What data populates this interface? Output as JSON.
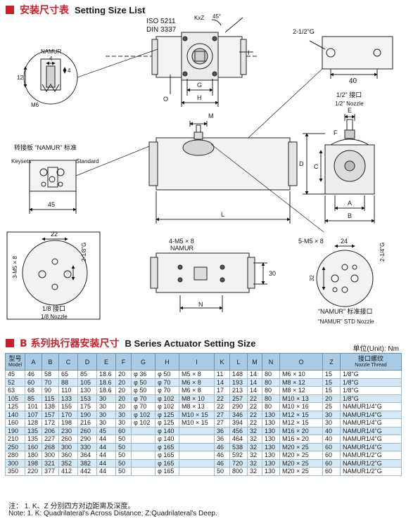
{
  "header1": {
    "zh": "安装尺寸表",
    "en": "Setting Size List"
  },
  "header2": {
    "zh": "B 系列执行器安装尺寸",
    "en": "B Series Actuator Setting Size"
  },
  "unit": "单位(Unit): Nm",
  "diagram": {
    "iso": "ISO 5211",
    "din": "DIN 3337",
    "kxz": "KxZ",
    "angle": "45°",
    "G": "G",
    "H": "H",
    "I": "I",
    "O": "O",
    "M": "M",
    "L": "L",
    "N": "N",
    "A": "A",
    "B": "B",
    "C": "C",
    "D": "D",
    "E": "E",
    "F": "F",
    "namur_lbl": "NAMUR",
    "d4a": "4",
    "d4b": "4",
    "d12": "12",
    "m6": "M6",
    "plate_zh": "转接板 “NAMUR” 标准",
    "keysets": "Keysets",
    "standard": "Standard",
    "d45": "45",
    "port_g": "2-1/2\"G",
    "d40": "40",
    "nozzle_zh": "1/2\" 接口",
    "nozzle_en": "1/2\" Nozzle",
    "n22": "22",
    "n218": "2-1/8\"G",
    "n3m5": "3-M5 × 8",
    "n18_zh": "1/8  接口",
    "n18_en": "1/8 Nozzle",
    "b4m5": "4-M5 × 8",
    "b_namur": "NAMUR",
    "d30": "30",
    "c5m5": "5-M5 × 8",
    "d24": "24",
    "d214": "2-1/4\"G",
    "d32": "32",
    "std_zh": "“NAMUR”  标准接口",
    "std_en": "“NAMUR” STD Nozzle"
  },
  "table": {
    "headers": [
      {
        "main": "型号",
        "sub": "Model"
      },
      {
        "main": "A",
        "sub": ""
      },
      {
        "main": "B",
        "sub": ""
      },
      {
        "main": "C",
        "sub": ""
      },
      {
        "main": "D",
        "sub": ""
      },
      {
        "main": "E",
        "sub": ""
      },
      {
        "main": "F",
        "sub": ""
      },
      {
        "main": "G",
        "sub": ""
      },
      {
        "main": "H",
        "sub": ""
      },
      {
        "main": "I",
        "sub": ""
      },
      {
        "main": "K",
        "sub": ""
      },
      {
        "main": "L",
        "sub": ""
      },
      {
        "main": "M",
        "sub": ""
      },
      {
        "main": "N",
        "sub": ""
      },
      {
        "main": "O",
        "sub": ""
      },
      {
        "main": "Z",
        "sub": ""
      },
      {
        "main": "接口螺纹",
        "sub": "Nozzle Thread"
      }
    ],
    "rows": [
      [
        "45",
        "46",
        "58",
        "65",
        "85",
        "18.6",
        "20",
        "φ 36",
        "φ 50",
        "M5 × 8",
        "11",
        "148",
        "14",
        "80",
        "M6 × 10",
        "15",
        "1/8\"G"
      ],
      [
        "52",
        "60",
        "70",
        "88",
        "105",
        "18.6",
        "20",
        "φ 50",
        "φ 70",
        "M6 × 8",
        "14",
        "193",
        "14",
        "80",
        "M8 × 12",
        "15",
        "1/8\"G"
      ],
      [
        "63",
        "68",
        "90",
        "110",
        "130",
        "18.6",
        "20",
        "φ 50",
        "φ 70",
        "M6 × 8",
        "17",
        "213",
        "14",
        "80",
        "M8 × 12",
        "15",
        "1/8\"G"
      ],
      [
        "105",
        "85",
        "115",
        "133",
        "153",
        "30",
        "20",
        "φ 70",
        "φ 102",
        "M8 × 10",
        "22",
        "257",
        "22",
        "80",
        "M10 × 13",
        "20",
        "1/8\"G"
      ],
      [
        "125",
        "101",
        "138",
        "155",
        "175",
        "30",
        "20",
        "φ 70",
        "φ 102",
        "M8 × 13",
        "22",
        "290",
        "22",
        "80",
        "M10 × 16",
        "25",
        "NAMUR1/4\"G"
      ],
      [
        "140",
        "107",
        "157",
        "170",
        "190",
        "30",
        "30",
        "φ 102",
        "φ 125",
        "M10 × 15",
        "27",
        "346",
        "22",
        "130",
        "M12 × 15",
        "30",
        "NAMUR1/4\"G"
      ],
      [
        "160",
        "128",
        "172",
        "198",
        "216",
        "30",
        "30",
        "φ 102",
        "φ 125",
        "M10 × 15",
        "27",
        "394",
        "22",
        "130",
        "M12 × 15",
        "30",
        "NAMUR1/4\"G"
      ],
      [
        "190",
        "135",
        "206",
        "230",
        "260",
        "45",
        "60",
        "",
        "φ 140",
        "",
        "36",
        "456",
        "32",
        "130",
        "M16 × 20",
        "40",
        "NAMUR1/4\"G"
      ],
      [
        "210",
        "135",
        "227",
        "260",
        "290",
        "44",
        "50",
        "",
        "φ 140",
        "",
        "36",
        "464",
        "32",
        "130",
        "M16 × 20",
        "40",
        "NAMUR1/4\"G"
      ],
      [
        "250",
        "160",
        "268",
        "300",
        "330",
        "44",
        "50",
        "",
        "φ 165",
        "",
        "46",
        "538",
        "32",
        "130",
        "M20 × 25",
        "60",
        "NAMUR1/4\"G"
      ],
      [
        "280",
        "180",
        "300",
        "360",
        "364",
        "44",
        "50",
        "",
        "φ 165",
        "",
        "46",
        "592",
        "32",
        "130",
        "M20 × 25",
        "60",
        "NAMUR1/2\"G"
      ],
      [
        "300",
        "198",
        "321",
        "352",
        "382",
        "44",
        "50",
        "",
        "φ 165",
        "",
        "46",
        "720",
        "32",
        "130",
        "M20 × 25",
        "60",
        "NAMUR1/2\"G"
      ],
      [
        "350",
        "220",
        "377",
        "412",
        "442",
        "44",
        "50",
        "",
        "φ 165",
        "",
        "50",
        "800",
        "32",
        "130",
        "M20 × 25",
        "60",
        "NAMUR1/2\"G"
      ]
    ]
  },
  "notes": {
    "zh": "注： 1. K、Z 分别四方对边距离及深度。",
    "en": "Note:  1. K: Quadrilateral's Across Distance; Z:Quadrilateral's Deep."
  }
}
